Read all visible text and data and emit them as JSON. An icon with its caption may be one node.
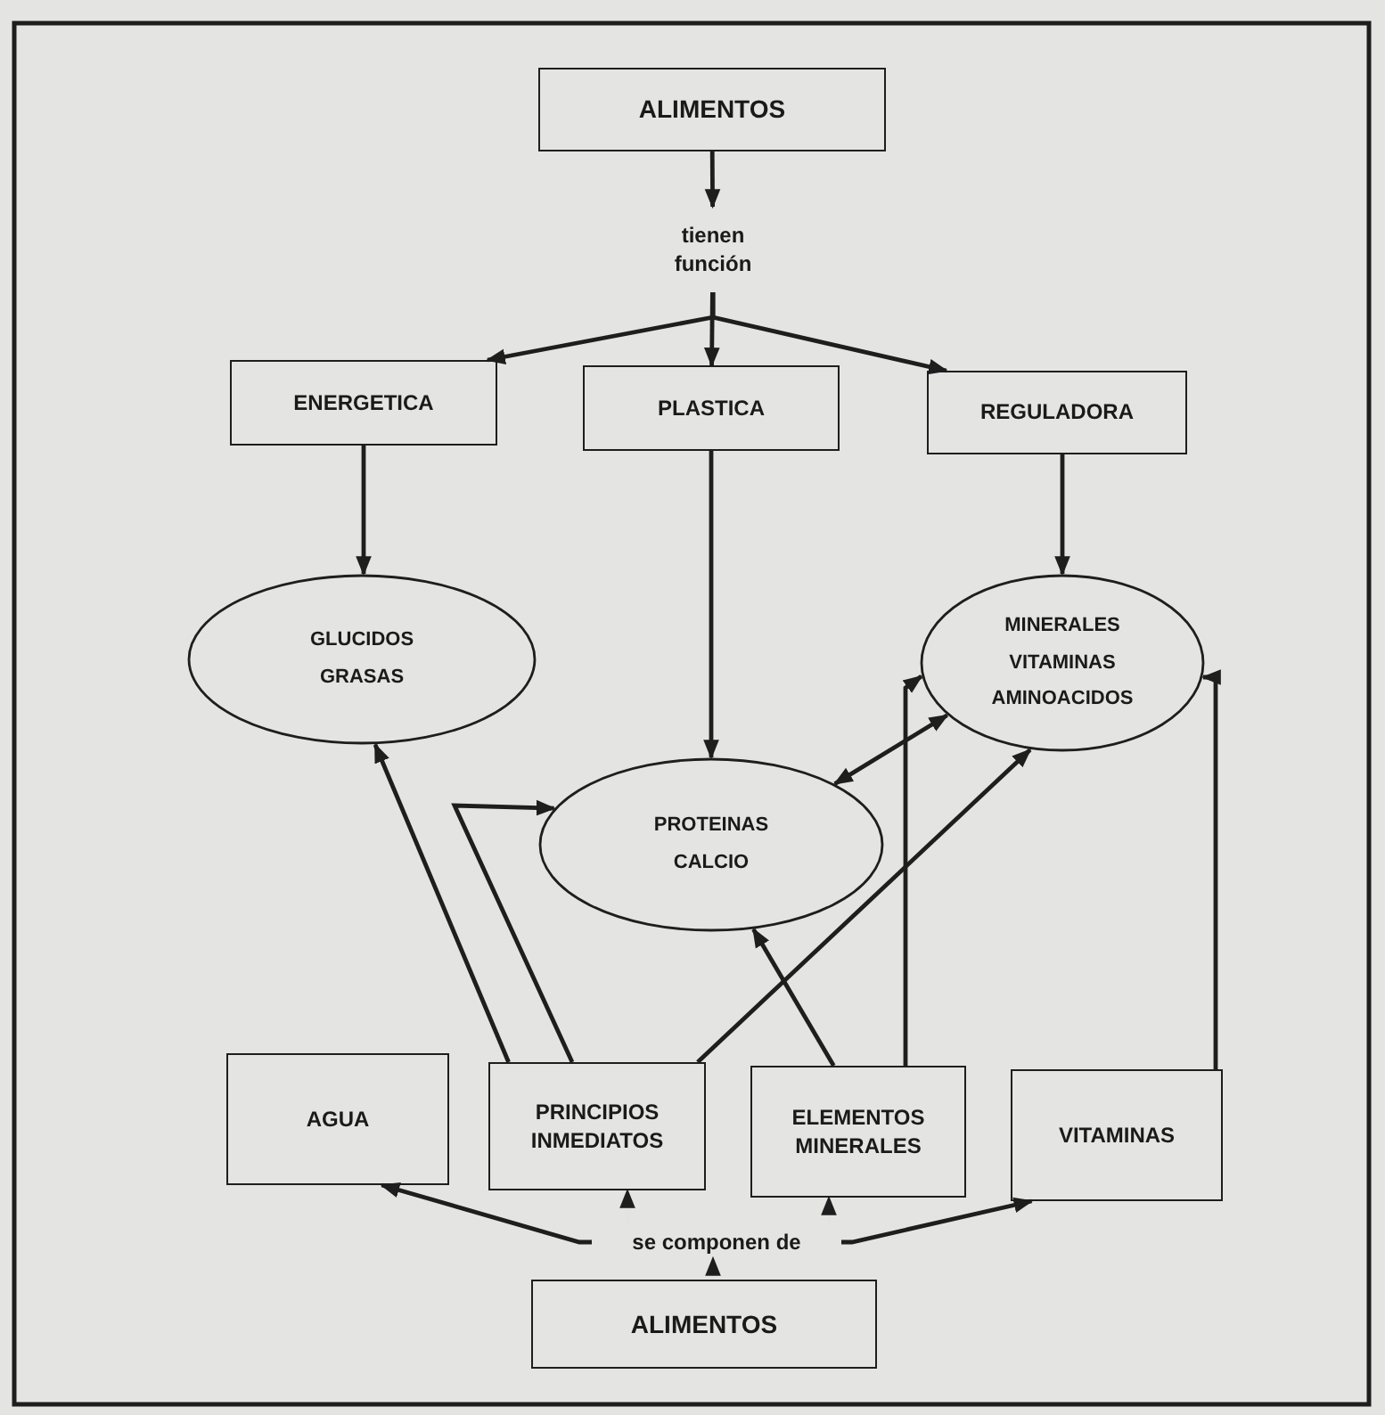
{
  "diagram": {
    "nodes": [
      {
        "text": [
          "ALIMENTOS"
        ]
      },
      {
        "text": [
          "tienen función"
        ]
      },
      {
        "text": [
          "ENERGETICA"
        ]
      },
      {
        "text": [
          "PLASTICA"
        ]
      },
      {
        "text": [
          "REGULADORA"
        ]
      },
      {
        "text": [
          "GLUCIDOS",
          "GRASAS"
        ]
      },
      {
        "text": [
          "MINERALES",
          "VITAMINAS",
          "AMINOACIDOS"
        ]
      },
      {
        "text": [
          "PROTEINAS",
          "CALCIO"
        ]
      },
      {
        "text": [
          "AGUA"
        ]
      },
      {
        "text": [
          "PRINCIPIOS INMEDIATOS"
        ]
      },
      {
        "text": [
          "ELEMENTOS MINERALES"
        ]
      },
      {
        "text": [
          "VITAMINAS"
        ]
      },
      {
        "text": [
          "se componen de"
        ]
      },
      {
        "text": [
          "ALIMENTOS"
        ]
      }
    ],
    "edges": [
      {
        "from": 0,
        "to": 1,
        "arrow": "to"
      },
      {
        "from": 1,
        "to": 2,
        "arrow": "to"
      },
      {
        "from": 1,
        "to": 3,
        "arrow": "to"
      },
      {
        "from": 1,
        "to": 4,
        "arrow": "to"
      },
      {
        "from": 2,
        "to": 5,
        "arrow": "to"
      },
      {
        "from": 3,
        "to": 7,
        "arrow": "to"
      },
      {
        "from": 4,
        "to": 6,
        "arrow": "to"
      },
      {
        "from": 9,
        "to": 5,
        "arrow": "to"
      },
      {
        "from": 9,
        "to": 7,
        "arrow": "to"
      },
      {
        "from": 9,
        "to": 6,
        "arrow": "to"
      },
      {
        "from": 10,
        "to": 7,
        "arrow": "to"
      },
      {
        "from": 10,
        "to": 6,
        "arrow": "to"
      },
      {
        "from": 11,
        "to": 6,
        "arrow": "to"
      },
      {
        "from": 7,
        "to": 6,
        "arrow": "both"
      },
      {
        "from": 13,
        "to": 12,
        "arrow": "to"
      },
      {
        "from": 12,
        "to": 8,
        "arrow": "to"
      },
      {
        "from": 12,
        "to": 9,
        "arrow": "to"
      },
      {
        "from": 12,
        "to": 10,
        "arrow": "to"
      },
      {
        "from": 12,
        "to": 11,
        "arrow": "to"
      }
    ]
  }
}
